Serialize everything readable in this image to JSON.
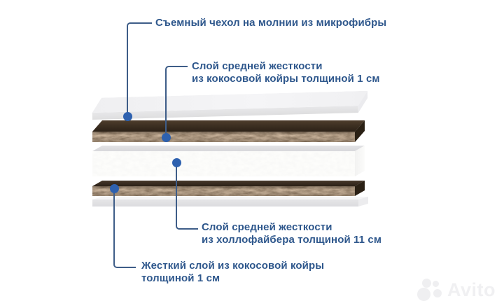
{
  "page": {
    "background": "#ffffff"
  },
  "diagram": {
    "kind": "mattress-layer-cross-section",
    "callouts": [
      {
        "target_layer": "cover",
        "label_lines": [
          "Съемный чехол на молнии из микрофибры"
        ]
      },
      {
        "target_layer": "coir-top",
        "label_lines": [
          "Слой средней жесткости",
          "из кокосовой койры толщиной 1 см"
        ]
      },
      {
        "target_layer": "hollofiber-core",
        "label_lines": [
          "Слой средней жесткости",
          "из холлофайбера толщиной 11 см"
        ]
      },
      {
        "target_layer": "coir-bottom",
        "label_lines": [
          "Жесткий слой из кокосовой койры",
          "толщиной 1 см"
        ]
      }
    ],
    "layers": [
      "cover",
      "coir-top",
      "hollofiber-core",
      "coir-bottom",
      "cover-bottom"
    ],
    "colors": {
      "label_text": "#2e578c",
      "callout_line": "#3e5d88",
      "callout_dot": "#2e61af",
      "coir_dark_top": "#3a2d20",
      "coir_fiber_mid": "#6b5844",
      "cover_gray": "#e2e2e4",
      "fiber_white": "#f6f6f4"
    }
  },
  "watermark": {
    "brand": "Avito"
  }
}
